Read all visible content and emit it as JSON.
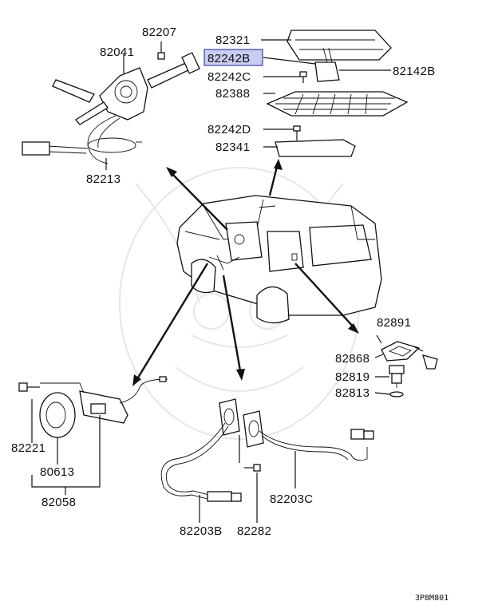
{
  "labels": {
    "p82207": "82207",
    "p82041": "82041",
    "p82321": "82321",
    "p82242B": "82242B",
    "p82142B": "82142B",
    "p82242C": "82242C",
    "p82388": "82388",
    "p82242D": "82242D",
    "p82341": "82341",
    "p82213": "82213",
    "p82891": "82891",
    "p82868": "82868",
    "p82819": "82819",
    "p82813": "82813",
    "p82221": "82221",
    "p80613": "80613",
    "p82058": "82058",
    "p82203C": "82203C",
    "p82203B": "82203B",
    "p82282": "82282"
  },
  "diagram_code": "3P8M801",
  "colors": {
    "highlight_fill": "#c9cdf2",
    "highlight_border": "#3b3fa8",
    "line": "#111111",
    "watermark": "#e6e6e6"
  }
}
